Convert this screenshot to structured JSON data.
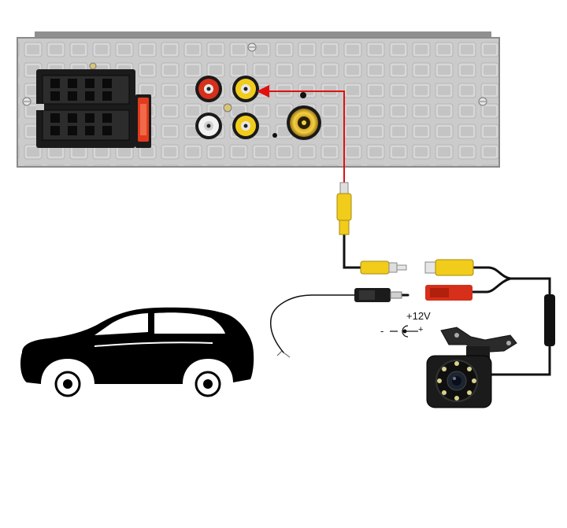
{
  "diagram": {
    "power_label": "+12V",
    "polarity_minus": "-",
    "polarity_plus": "+"
  },
  "colors": {
    "panel": "#c9c9c9",
    "panel_dark": "#a9a9a9",
    "connector": "#1b1b1b",
    "fuse": "#e23a1c",
    "rca_red": "#d62f1a",
    "rca_white": "#f2f2f2",
    "rca_yellow": "#f1cc1a",
    "signal_arrow": "#e01010",
    "cable": "#111111",
    "car": "#000000"
  },
  "icons": [
    "iso-harness-connector",
    "fuse",
    "rca-jack",
    "rca-plug",
    "dc-power-plug",
    "backup-camera",
    "car-silhouette",
    "arrow"
  ]
}
